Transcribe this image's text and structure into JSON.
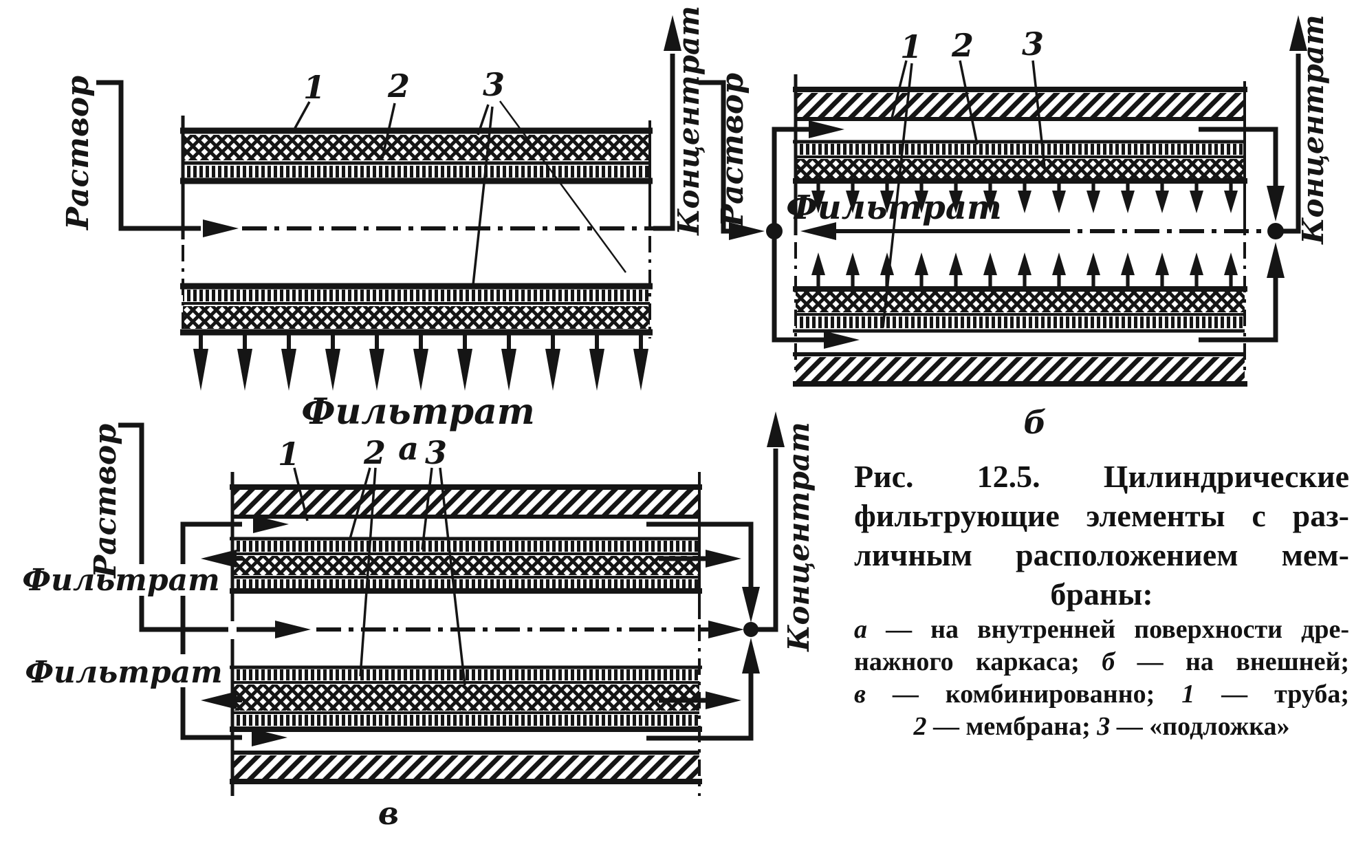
{
  "figure": {
    "kind": "scanned textbook figure",
    "labels": {
      "solution": "Раствор",
      "concentrate": "Концентрат",
      "filtrate": "Фильтрат",
      "n1": "1",
      "n2": "2",
      "n3": "3",
      "sub_a": "а",
      "sub_b": "б",
      "sub_v": "в"
    },
    "ink_color": "#151515",
    "paper_color": "#ffffff"
  },
  "caption": {
    "lines": [
      {
        "align": "j",
        "small": false,
        "segs": [
          {
            "t": "Рис. 12.5. Цилиндрические",
            "i": false
          }
        ]
      },
      {
        "align": "j",
        "small": false,
        "segs": [
          {
            "t": "фильтрующие элементы с раз-",
            "i": false
          }
        ]
      },
      {
        "align": "j",
        "small": false,
        "segs": [
          {
            "t": "личным расположением мем-",
            "i": false
          }
        ]
      },
      {
        "align": "c",
        "small": false,
        "segs": [
          {
            "t": "браны:",
            "i": false
          }
        ]
      },
      {
        "align": "j",
        "small": true,
        "segs": [
          {
            "t": "а",
            "i": true
          },
          {
            "t": " — на внутренней поверхности дре-",
            "i": false
          }
        ]
      },
      {
        "align": "j",
        "small": true,
        "segs": [
          {
            "t": "нажного каркаса; ",
            "i": false
          },
          {
            "t": "б",
            "i": true
          },
          {
            "t": " — на внешней;",
            "i": false
          }
        ]
      },
      {
        "align": "j",
        "small": true,
        "segs": [
          {
            "t": "в",
            "i": true
          },
          {
            "t": " — комбинированно; ",
            "i": false
          },
          {
            "t": "1",
            "i": true
          },
          {
            "t": " — труба;",
            "i": false
          }
        ]
      },
      {
        "align": "c",
        "small": true,
        "segs": [
          {
            "t": "2",
            "i": true
          },
          {
            "t": " — мембрана; ",
            "i": false
          },
          {
            "t": "3",
            "i": true
          },
          {
            "t": " — «подложка»",
            "i": false
          }
        ]
      }
    ]
  }
}
